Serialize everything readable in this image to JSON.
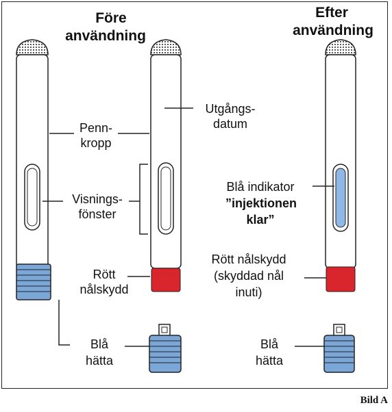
{
  "headings": {
    "before_line1": "Före",
    "before_line2": "användning",
    "after_line1": "Efter",
    "after_line2": "användning"
  },
  "labels": {
    "pen_body_line1": "Penn-",
    "pen_body_line2": "kropp",
    "expiry_line1": "Utgångs-",
    "expiry_line2": "datum",
    "window_line1": "Visnings-",
    "window_line2": "fönster",
    "blue_indicator_line1": "Blå indikator",
    "blue_indicator_line2": "”injektionen",
    "blue_indicator_line3": "klar”",
    "red_shield_line1": "Rött",
    "red_shield_line2": "nålskydd",
    "red_shield_after_line1": "Rött nålskydd",
    "red_shield_after_line2": "(skyddad nål",
    "red_shield_after_line3": "inuti)",
    "blue_cap_line1": "Blå",
    "blue_cap_line2": "hätta",
    "blue_cap_after_line1": "Blå",
    "blue_cap_after_line2": "hätta"
  },
  "caption": "Bild A",
  "colors": {
    "blue": "#7aa6d8",
    "red": "#d8262c",
    "outline": "#222222",
    "indicator_blue": "#8fb8e6"
  }
}
